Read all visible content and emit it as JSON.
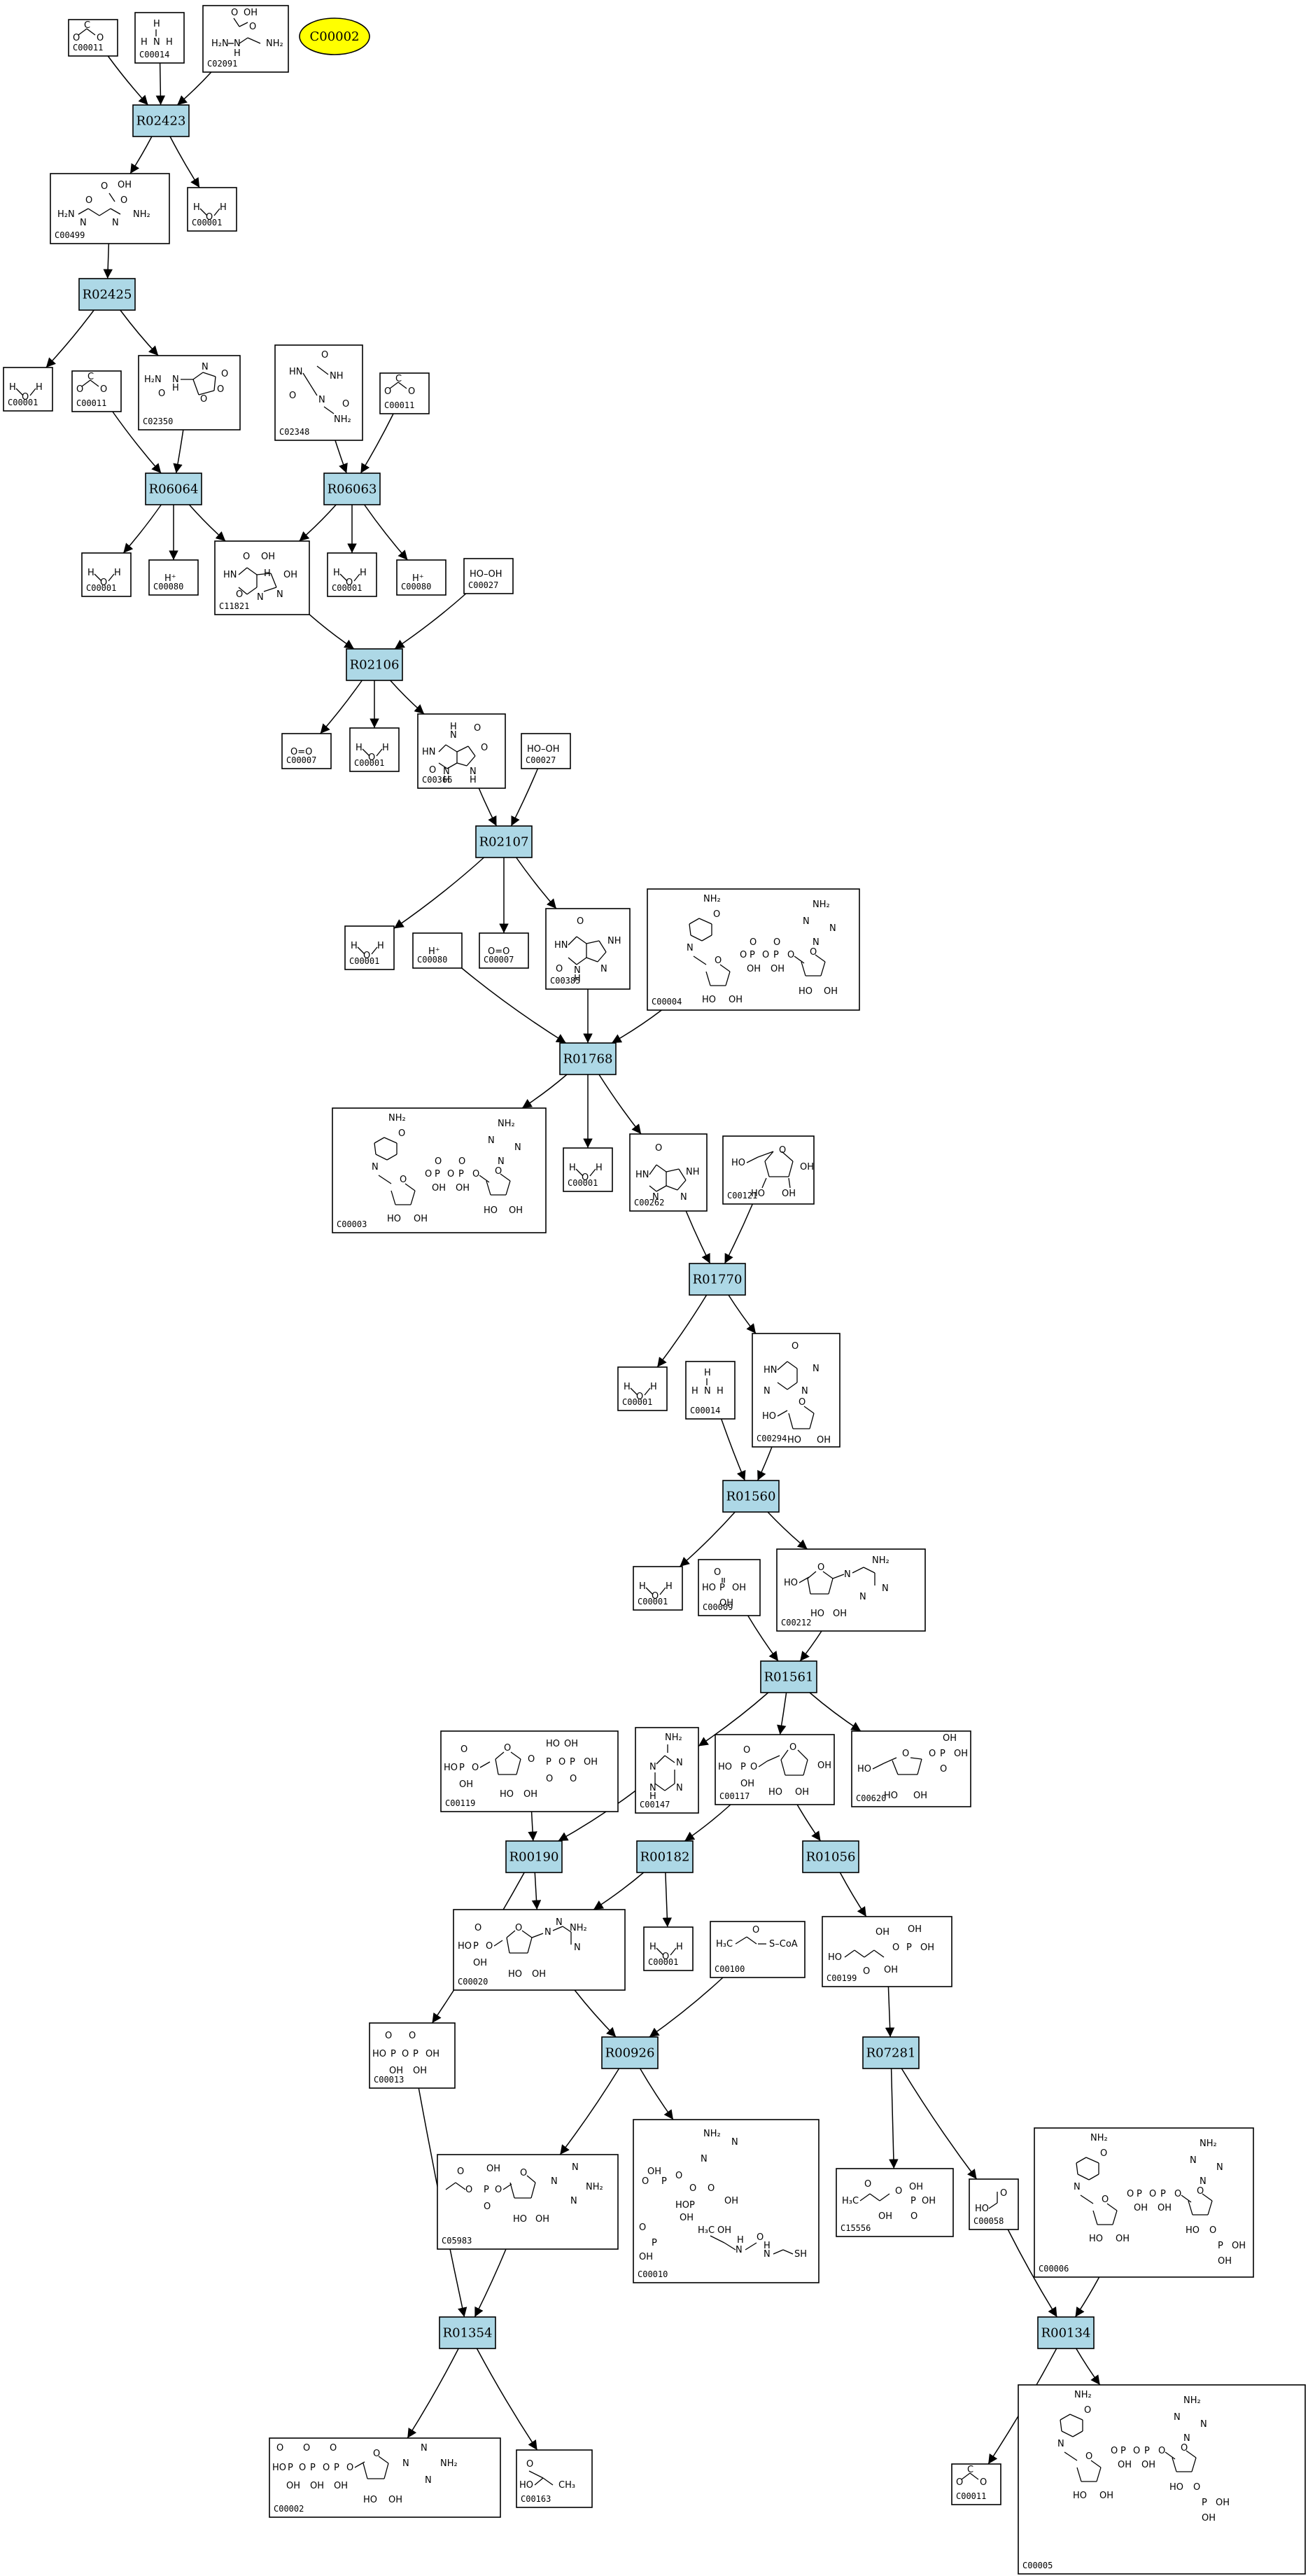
{
  "colors": {
    "reaction_fill": "#add8e6",
    "target_fill": "#ffff00",
    "edge": "#000000",
    "box_stroke": "#000000"
  },
  "target": {
    "id": "C00002"
  },
  "reactions": {
    "R02423": "R02423",
    "R02425": "R02425",
    "R06064": "R06064",
    "R06063": "R06063",
    "R02106": "R02106",
    "R02107": "R02107",
    "R01768": "R01768",
    "R01770": "R01770",
    "R01560": "R01560",
    "R01561": "R01561",
    "R00190": "R00190",
    "R00182": "R00182",
    "R01056": "R01056",
    "R00926": "R00926",
    "R07281": "R07281",
    "R01354": "R01354",
    "R00134": "R00134"
  },
  "compounds": {
    "n1": {
      "id": "C00011",
      "structure": "co2"
    },
    "n2": {
      "id": "C00014",
      "structure": "ammonia"
    },
    "n3": {
      "id": "C02091",
      "structure": "ureidoacetic"
    },
    "n4": {
      "id": "C00499",
      "structure": "allantoate"
    },
    "n5": {
      "id": "C00001",
      "structure": "water"
    },
    "n6": {
      "id": "C00001",
      "structure": "water"
    },
    "n7": {
      "id": "C00011",
      "structure": "co2"
    },
    "n8": {
      "id": "C02350",
      "structure": "allantoin"
    },
    "n9": {
      "id": "C02348",
      "structure": "ureido"
    },
    "n10": {
      "id": "C00011",
      "structure": "co2"
    },
    "n11": {
      "id": "C00001",
      "structure": "water"
    },
    "n12": {
      "id": "C00080",
      "structure": "proton"
    },
    "n13": {
      "id": "C11821",
      "structure": "hydroxyisourate"
    },
    "n14": {
      "id": "C00001",
      "structure": "water"
    },
    "n15": {
      "id": "C00080",
      "structure": "proton"
    },
    "n16": {
      "id": "C00027",
      "structure": "peroxide"
    },
    "n17": {
      "id": "C00007",
      "structure": "oxygen"
    },
    "n18": {
      "id": "C00001",
      "structure": "water"
    },
    "n19": {
      "id": "C00366",
      "structure": "urate"
    },
    "n20": {
      "id": "C00027",
      "structure": "peroxide"
    },
    "n21": {
      "id": "C00001",
      "structure": "water"
    },
    "n22": {
      "id": "C00080",
      "structure": "proton"
    },
    "n23": {
      "id": "C00007",
      "structure": "oxygen"
    },
    "n24": {
      "id": "C00385",
      "structure": "xanthine"
    },
    "n25": {
      "id": "C00004",
      "structure": "nad"
    },
    "n26": {
      "id": "C00003",
      "structure": "nad"
    },
    "n27": {
      "id": "C00001",
      "structure": "water"
    },
    "n28": {
      "id": "C00262",
      "structure": "hypoxanthine"
    },
    "n29": {
      "id": "C00121",
      "structure": "ribose"
    },
    "n30": {
      "id": "C00001",
      "structure": "water"
    },
    "n31": {
      "id": "C00014",
      "structure": "ammonia"
    },
    "n32": {
      "id": "C00294",
      "structure": "inosine"
    },
    "n33": {
      "id": "C00001",
      "structure": "water"
    },
    "n34": {
      "id": "C00009",
      "structure": "phosphate"
    },
    "n35": {
      "id": "C00212",
      "structure": "adenosine"
    },
    "n36": {
      "id": "C00119",
      "structure": "prpp"
    },
    "n37": {
      "id": "C00147",
      "structure": "adenine"
    },
    "n38": {
      "id": "C00117",
      "structure": "r5p"
    },
    "n39": {
      "id": "C00620",
      "structure": "r1p"
    },
    "n40": {
      "id": "C00020",
      "structure": "amp"
    },
    "n41": {
      "id": "C00001",
      "structure": "water"
    },
    "n42": {
      "id": "C00100",
      "structure": "propionylcoa"
    },
    "n43": {
      "id": "C00199",
      "structure": "ru5p"
    },
    "n44": {
      "id": "C00013",
      "structure": "ppi"
    },
    "n45": {
      "id": "C05983",
      "structure": "propionyladenylate"
    },
    "n46": {
      "id": "C00010",
      "structure": "coa"
    },
    "n47": {
      "id": "C15556",
      "structure": "dhbp"
    },
    "n48": {
      "id": "C00058",
      "structure": "formate"
    },
    "n49": {
      "id": "C00006",
      "structure": "nadp"
    },
    "n50": {
      "id": "C00002",
      "structure": "atp"
    },
    "n51": {
      "id": "C00163",
      "structure": "propanoate"
    },
    "n52": {
      "id": "C00011",
      "structure": "co2"
    },
    "n53": {
      "id": "C00005",
      "structure": "nadp"
    }
  },
  "edges": [
    [
      "n1",
      "R02423"
    ],
    [
      "n2",
      "R02423"
    ],
    [
      "n3",
      "R02423"
    ],
    [
      "R02423",
      "n4"
    ],
    [
      "R02423",
      "n5"
    ],
    [
      "n4",
      "R02425"
    ],
    [
      "R02425",
      "n6"
    ],
    [
      "R02425",
      "n8"
    ],
    [
      "n7",
      "R06064"
    ],
    [
      "n8",
      "R06064"
    ],
    [
      "n9",
      "R06063"
    ],
    [
      "n10",
      "R06063"
    ],
    [
      "R06064",
      "n11"
    ],
    [
      "R06064",
      "n12"
    ],
    [
      "R06064",
      "n13"
    ],
    [
      "R06063",
      "n13"
    ],
    [
      "R06063",
      "n14"
    ],
    [
      "R06063",
      "n15"
    ],
    [
      "n13",
      "R02106"
    ],
    [
      "n16",
      "R02106"
    ],
    [
      "R02106",
      "n17"
    ],
    [
      "R02106",
      "n18"
    ],
    [
      "R02106",
      "n19"
    ],
    [
      "n19",
      "R02107"
    ],
    [
      "n20",
      "R02107"
    ],
    [
      "R02107",
      "n21"
    ],
    [
      "R02107",
      "n23"
    ],
    [
      "R02107",
      "n24"
    ],
    [
      "n22",
      "R01768"
    ],
    [
      "n24",
      "R01768"
    ],
    [
      "n25",
      "R01768"
    ],
    [
      "R01768",
      "n26"
    ],
    [
      "R01768",
      "n27"
    ],
    [
      "R01768",
      "n28"
    ],
    [
      "n28",
      "R01770"
    ],
    [
      "n29",
      "R01770"
    ],
    [
      "R01770",
      "n30"
    ],
    [
      "R01770",
      "n32"
    ],
    [
      "n31",
      "R01560"
    ],
    [
      "n32",
      "R01560"
    ],
    [
      "R01560",
      "n33"
    ],
    [
      "R01560",
      "n35"
    ],
    [
      "n34",
      "R01561"
    ],
    [
      "n35",
      "R01561"
    ],
    [
      "R01561",
      "n37"
    ],
    [
      "R01561",
      "n38"
    ],
    [
      "R01561",
      "n39"
    ],
    [
      "n36",
      "R00190"
    ],
    [
      "n37",
      "R00190"
    ],
    [
      "R00190",
      "n40"
    ],
    [
      "R00190",
      "n44"
    ],
    [
      "n38",
      "R00182"
    ],
    [
      "R00182",
      "n40"
    ],
    [
      "R00182",
      "n41"
    ],
    [
      "n38",
      "R01056"
    ],
    [
      "R01056",
      "n43"
    ],
    [
      "n40",
      "R00926"
    ],
    [
      "n42",
      "R00926"
    ],
    [
      "R00926",
      "n45"
    ],
    [
      "R00926",
      "n46"
    ],
    [
      "n43",
      "R07281"
    ],
    [
      "R07281",
      "n47"
    ],
    [
      "R07281",
      "n48"
    ],
    [
      "n44",
      "R01354"
    ],
    [
      "n45",
      "R01354"
    ],
    [
      "R01354",
      "n50"
    ],
    [
      "R01354",
      "n51"
    ],
    [
      "n48",
      "R00134"
    ],
    [
      "n49",
      "R00134"
    ],
    [
      "R00134",
      "n52"
    ],
    [
      "R00134",
      "n53"
    ]
  ]
}
